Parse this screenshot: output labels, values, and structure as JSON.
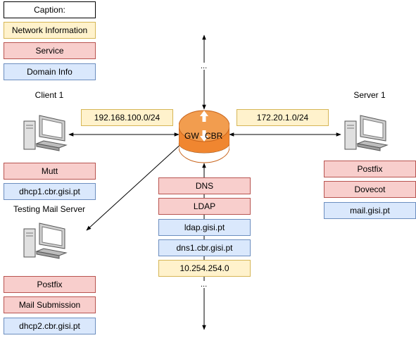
{
  "caption": {
    "title": "Caption:",
    "network_information": "Network Information",
    "service": "Service",
    "domain_info": "Domain Info"
  },
  "client1": {
    "title": "Client 1",
    "network": "192.168.100.0/24",
    "service": "Mutt",
    "domain": "dhcp1.cbr.gisi.pt"
  },
  "server1": {
    "title": "Server 1",
    "network": "172.20.1.0/24",
    "services": [
      "Postfix",
      "Dovecot"
    ],
    "domain": "mail.gisi.pt"
  },
  "testing_mail_server": {
    "title": "Testing Mail Server",
    "services": [
      "Postfix",
      "Mail Submission"
    ],
    "domain": "dhcp2.cbr.gisi.pt"
  },
  "gateway": {
    "name_left": "GW",
    "name_right": "CBR",
    "services": [
      "DNS",
      "LDAP"
    ],
    "domains": [
      "ldap.gisi.pt",
      "dns1.cbr.gisi.pt"
    ],
    "network": "10.254.254.0"
  },
  "ellipsis": {
    "top": "...",
    "bottom": "..."
  },
  "colors": {
    "network_fill": "#fff2cc",
    "network_stroke": "#d6b656",
    "service_fill": "#f8cecc",
    "service_stroke": "#b85450",
    "domain_fill": "#dae8fc",
    "domain_stroke": "#6c8ebf",
    "router_fill": "#f08630"
  }
}
